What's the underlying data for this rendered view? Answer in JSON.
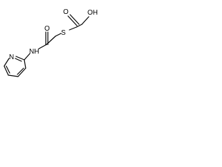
{
  "molecule": {
    "atoms": {
      "oh": "OH",
      "acid_o": "O",
      "sulfur": "S",
      "amide_o": "O",
      "nh": "NH",
      "ring_n": "N"
    }
  }
}
